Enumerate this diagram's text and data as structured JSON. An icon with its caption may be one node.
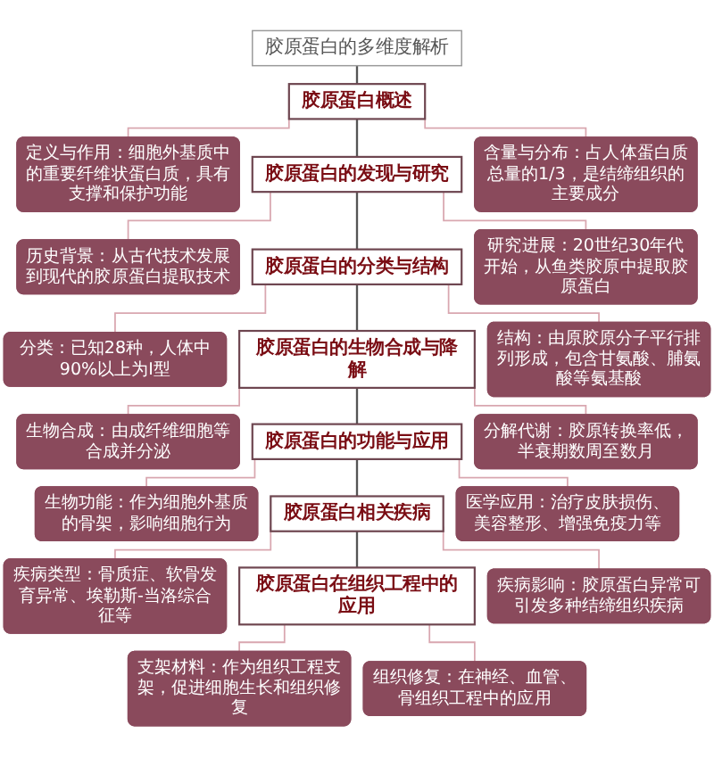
{
  "diagram": {
    "nodes": [
      {
        "text": [
          "胶原蛋白的多维度解析"
        ]
      },
      {
        "text": [
          "胶原蛋白概述"
        ]
      },
      {
        "text": [
          "定义与作用：细胞外基质中的重要纤维状蛋白质，具有支撑和保护功能"
        ]
      },
      {
        "text": [
          "含量与分布：占人体蛋白质总量的1/3，是结缔组织的主要成分"
        ]
      },
      {
        "text": [
          "胶原蛋白的发现与研究"
        ]
      },
      {
        "text": [
          "历史背景：从古代技术发展到现代的胶原蛋白提取技术"
        ]
      },
      {
        "text": [
          "研究进展：20世纪30年代开始，从鱼类胶原中提取胶原蛋白"
        ]
      },
      {
        "text": [
          "胶原蛋白的分类与结构"
        ]
      },
      {
        "text": [
          "分类：已知28种，人体中90%以上为I型"
        ]
      },
      {
        "text": [
          "结构：由原胶原分子平行排列形成，包含甘氨酸、脯氨酸等氨基酸"
        ]
      },
      {
        "text": [
          "胶原蛋白的生物合成与降解"
        ]
      },
      {
        "text": [
          "生物合成：由成纤维细胞等合成并分泌"
        ]
      },
      {
        "text": [
          "分解代谢：胶原转换率低，半衰期数周至数月"
        ]
      },
      {
        "text": [
          "胶原蛋白的功能与应用"
        ]
      },
      {
        "text": [
          "生物功能：作为细胞外基质的骨架，影响细胞行为"
        ]
      },
      {
        "text": [
          "医学应用：治疗皮肤损伤、美容整形、增强免疫力等"
        ]
      },
      {
        "text": [
          "胶原蛋白相关疾病"
        ]
      },
      {
        "text": [
          "疾病类型：骨质症、软骨发育异常、埃勒斯-当洛综合征等"
        ]
      },
      {
        "text": [
          "疾病影响：胶原蛋白异常可引发多种结缔组织疾病"
        ]
      },
      {
        "text": [
          "胶原蛋白在组织工程中的应用"
        ]
      },
      {
        "text": [
          "支架材料：作为组织工程支架，促进细胞生长和组织修复"
        ]
      },
      {
        "text": [
          "组织修复：在神经、血管、骨组织工程中的应用"
        ]
      }
    ],
    "edges": [
      {
        "from": 0,
        "to": 1,
        "arrow": "none",
        "color": "#555555"
      },
      {
        "from": 1,
        "to": 2,
        "arrow": "none"
      },
      {
        "from": 1,
        "to": 3,
        "arrow": "none"
      },
      {
        "from": 1,
        "to": 4,
        "arrow": "none",
        "color": "#555555"
      },
      {
        "from": 4,
        "to": 5,
        "arrow": "none"
      },
      {
        "from": 4,
        "to": 6,
        "arrow": "none"
      },
      {
        "from": 4,
        "to": 7,
        "arrow": "none",
        "color": "#555555"
      },
      {
        "from": 7,
        "to": 8,
        "arrow": "none"
      },
      {
        "from": 7,
        "to": 9,
        "arrow": "none"
      },
      {
        "from": 7,
        "to": 10,
        "arrow": "none",
        "color": "#555555"
      },
      {
        "from": 10,
        "to": 11,
        "arrow": "none"
      },
      {
        "from": 10,
        "to": 12,
        "arrow": "none"
      },
      {
        "from": 10,
        "to": 13,
        "arrow": "none",
        "color": "#555555"
      },
      {
        "from": 13,
        "to": 14,
        "arrow": "none"
      },
      {
        "from": 13,
        "to": 15,
        "arrow": "none"
      },
      {
        "from": 13,
        "to": 16,
        "arrow": "none",
        "color": "#555555"
      },
      {
        "from": 16,
        "to": 17,
        "arrow": "none"
      },
      {
        "from": 16,
        "to": 18,
        "arrow": "none"
      },
      {
        "from": 16,
        "to": 19,
        "arrow": "none",
        "color": "#555555"
      },
      {
        "from": 19,
        "to": 20,
        "arrow": "none"
      },
      {
        "from": 19,
        "to": 21,
        "arrow": "none"
      }
    ]
  }
}
